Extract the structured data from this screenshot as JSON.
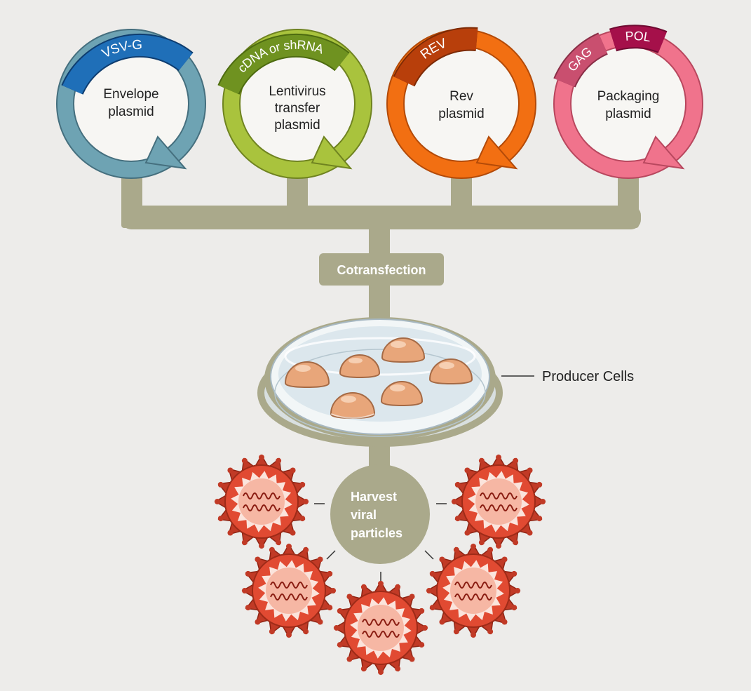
{
  "colors": {
    "background": "#edecea",
    "connector": "#aaa98b",
    "envelope_ring": "#6ea3b3",
    "envelope_tag": "#1f6fb8",
    "transfer_ring": "#a9c33d",
    "transfer_tag": "#6f9220",
    "rev_ring": "#f26f12",
    "rev_tag": "#b83f0b",
    "packaging_ring": "#f0738c",
    "gag_tag": "#c94f6f",
    "pol_tag": "#a5104a",
    "cell": "#e8a67a",
    "virus": "#e14a32"
  },
  "plasmids": [
    {
      "id": "envelope",
      "tag_labels": [
        "VSV-G"
      ],
      "label_lines": [
        "Envelope",
        "plasmid"
      ]
    },
    {
      "id": "transfer",
      "tag_labels": [
        "cDNA or shRNA"
      ],
      "label_lines": [
        "Lentivirus",
        "transfer",
        "plasmid"
      ]
    },
    {
      "id": "rev",
      "tag_labels": [
        "REV"
      ],
      "label_lines": [
        "Rev",
        "plasmid"
      ]
    },
    {
      "id": "packaging",
      "tag_labels": [
        "GAG",
        "POL"
      ],
      "label_lines": [
        "Packaging",
        "plasmid"
      ]
    }
  ],
  "steps": {
    "cotransfection": "Cotransfection",
    "producer_cells": "Producer Cells",
    "harvest_lines": [
      "Harvest",
      "viral",
      "particles"
    ]
  }
}
